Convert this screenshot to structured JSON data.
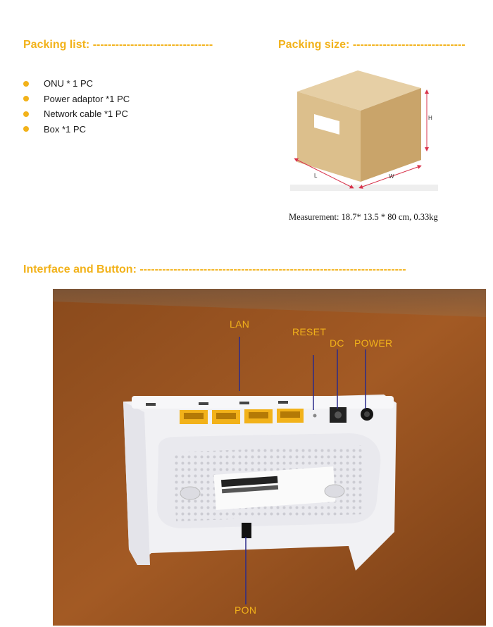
{
  "packing_list": {
    "title": "Packing list: --------------------------------",
    "items": [
      "ONU * 1 PC",
      "Power adaptor *1 PC",
      "Network cable *1 PC",
      "Box *1 PC"
    ]
  },
  "packing_size": {
    "title": "Packing size: ------------------------------",
    "box_labels": {
      "height": "H",
      "length": "L",
      "width": "W"
    },
    "measurement": "Measurement: 18.7* 13.5 * 80 cm, 0.33kg"
  },
  "interface": {
    "title": "Interface and Button: -----------------------------------------------------------------------",
    "callouts": {
      "lan": "LAN",
      "reset": "RESET",
      "dc": "DC",
      "power": "POWER",
      "pon": "PON"
    }
  },
  "colors": {
    "accent": "#f2b21a",
    "box_front": "#dcbf8c",
    "box_top": "#e6cfa5",
    "box_side": "#c9a46a",
    "arrow": "#d8334b"
  }
}
